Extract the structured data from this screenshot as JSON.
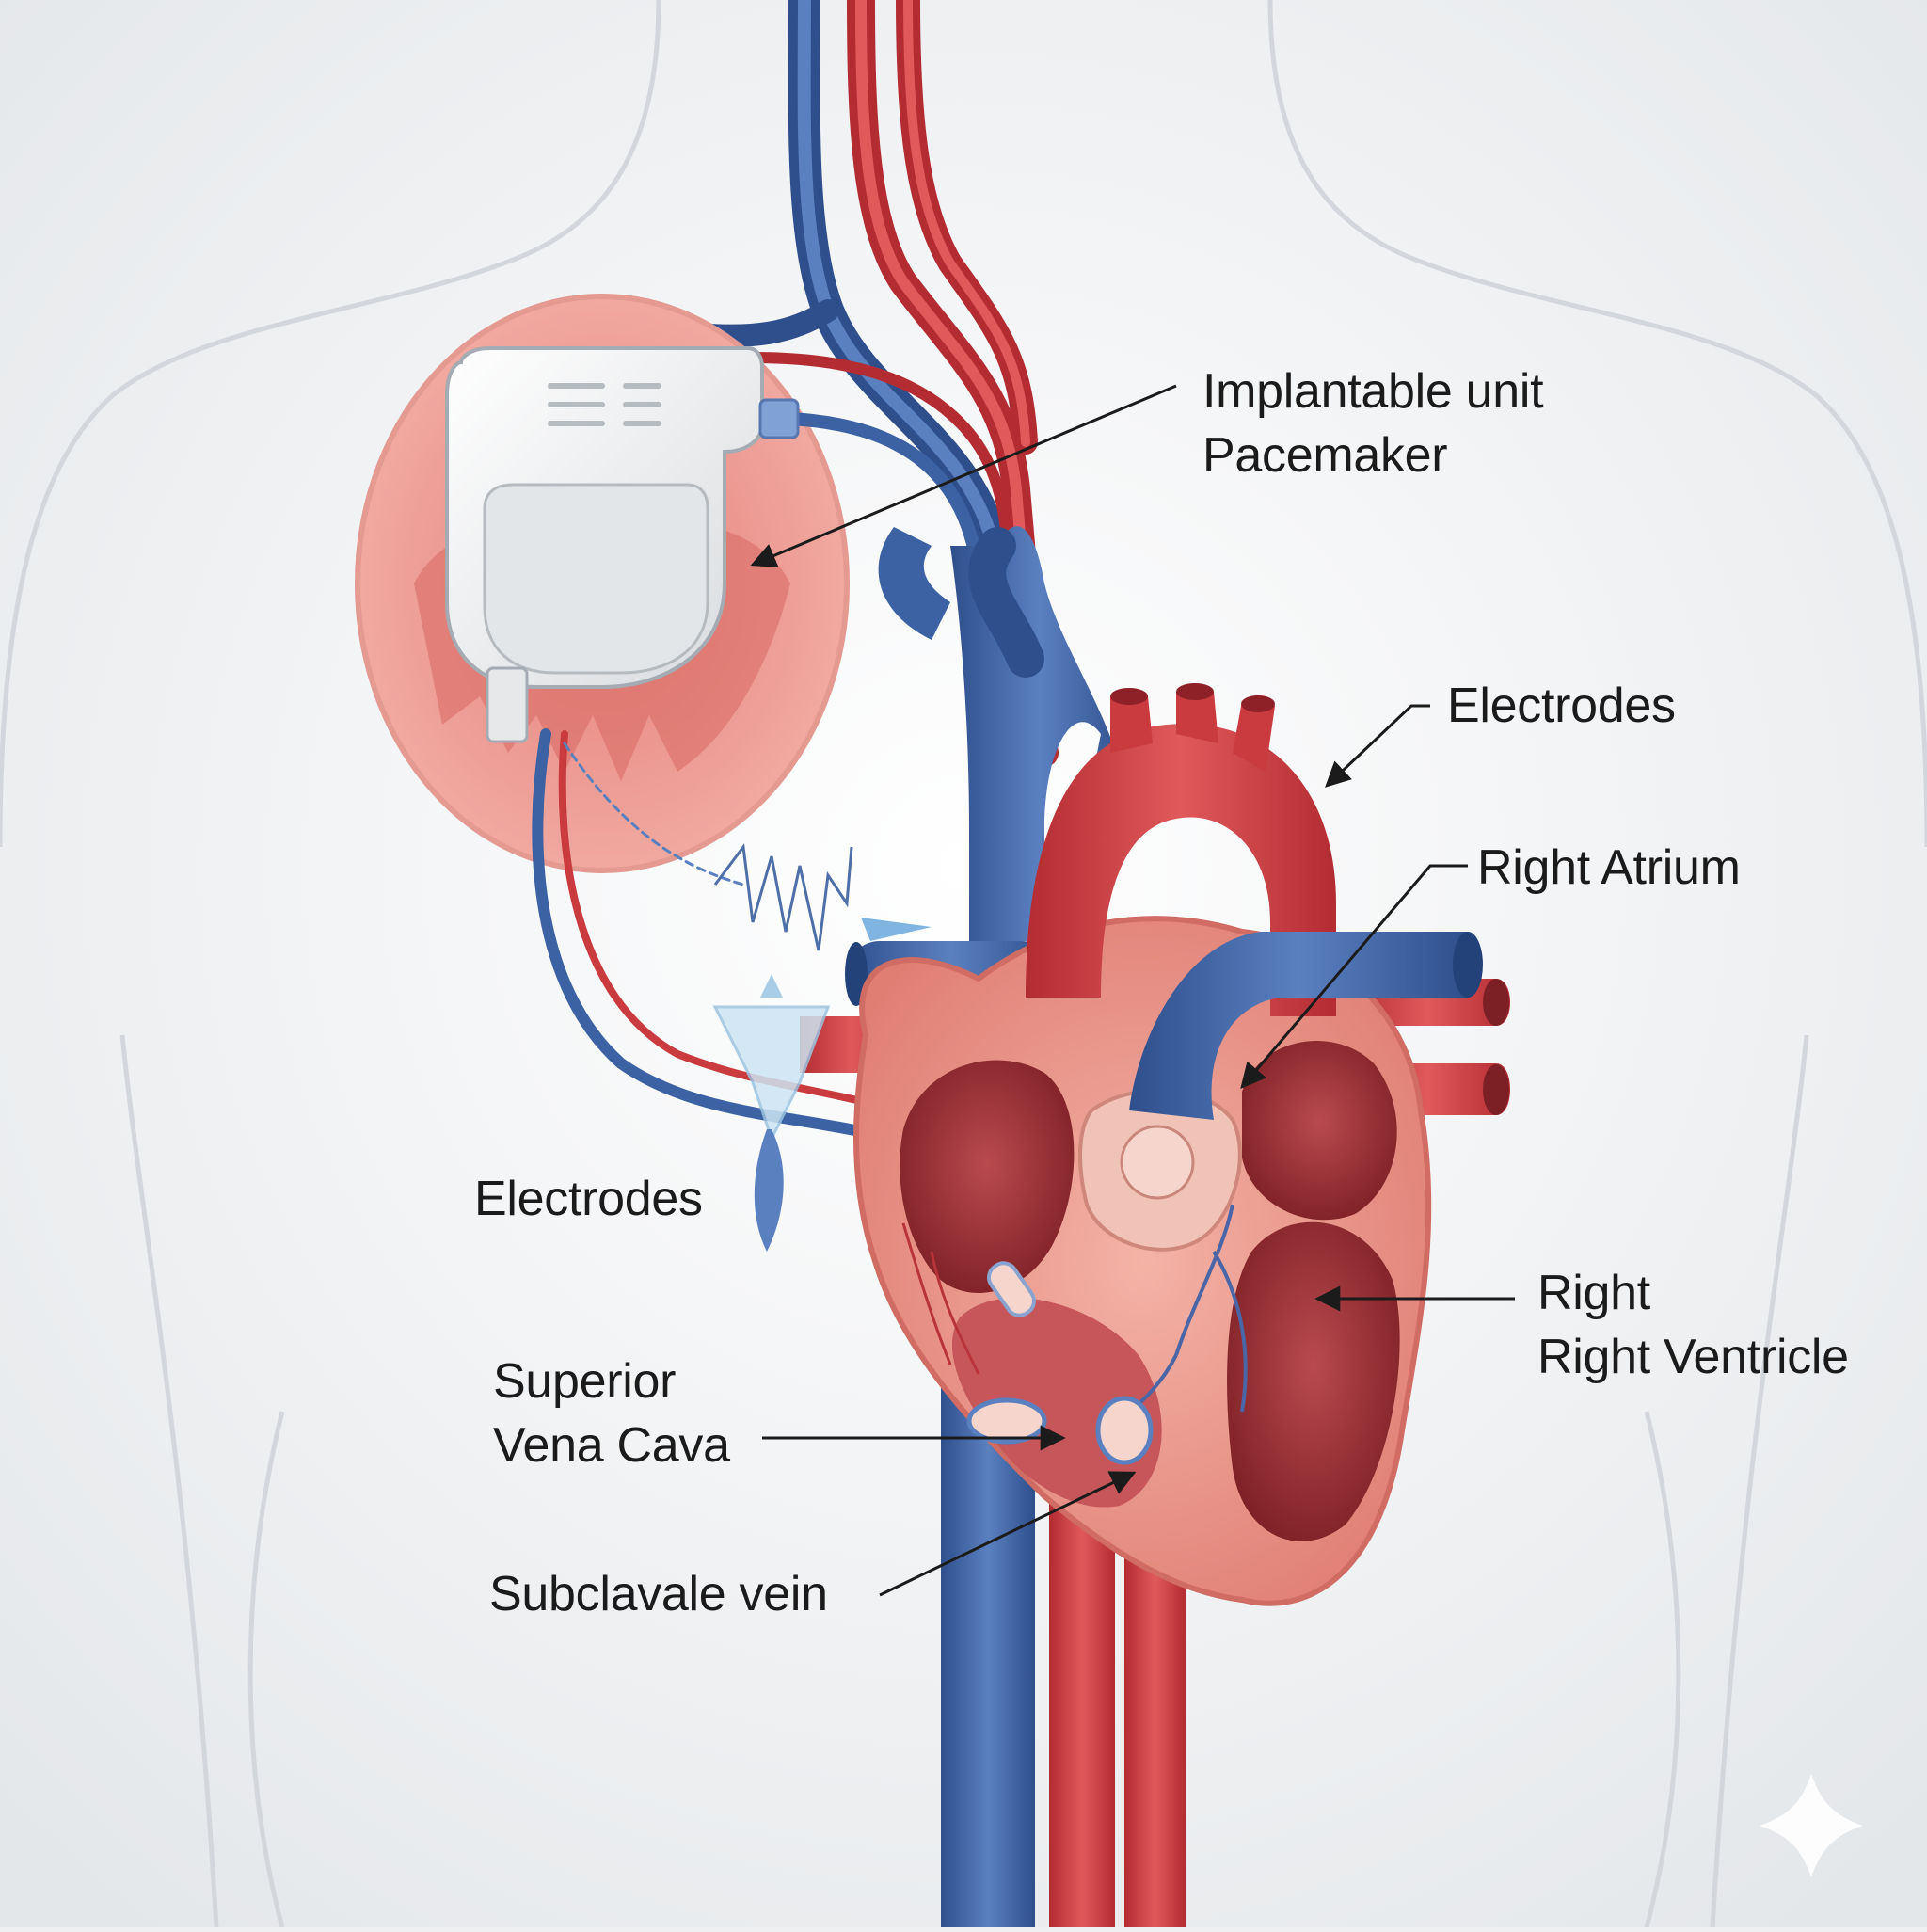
{
  "labels": {
    "implantable_unit": {
      "line1": "Implantable unit",
      "line2": "Pacemaker"
    },
    "electrodes_top": "Electrodes",
    "right_atrium": "Right Atrium",
    "electrodes_left": "Electrodes",
    "right_ventricle": {
      "line1": "Right",
      "line2": "Right Ventricle"
    },
    "superior_vena_cava": {
      "line1": "Superior",
      "line2": "Vena Cava"
    },
    "subclavian_vein": "Subclavale vein"
  },
  "colors": {
    "background": "#eef0f2",
    "body_outline": "#d3d7dc",
    "artery_red": "#c93b3f",
    "vein_blue": "#3d62a3",
    "tissue_pink": "#e9948c",
    "device_white": "#f4f4f4",
    "label_text": "#1b1b1b"
  },
  "icons": {
    "watermark": "sparkle-icon"
  }
}
